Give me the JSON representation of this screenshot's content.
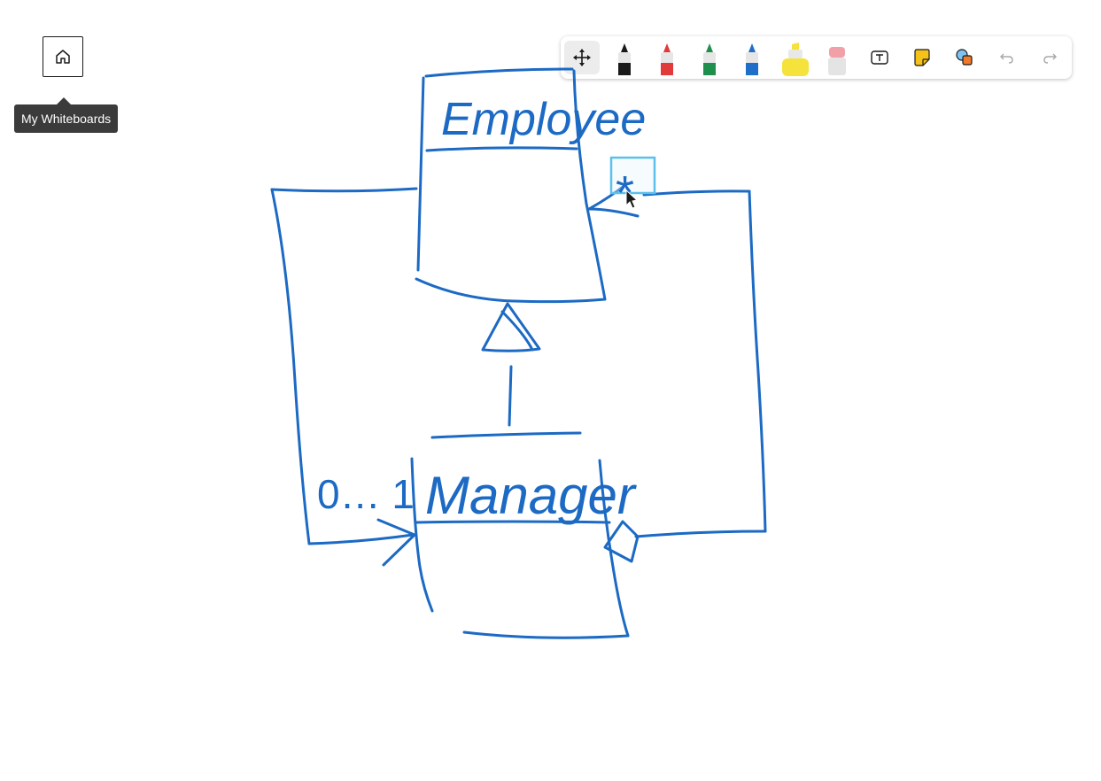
{
  "home": {
    "icon": "home-icon",
    "tooltip": "My Whiteboards"
  },
  "toolbar": {
    "tools": [
      {
        "name": "select",
        "icon": "move-arrows-icon",
        "selected": true
      },
      {
        "name": "black-pen",
        "icon": "pen-icon",
        "color": "#1a1a1a"
      },
      {
        "name": "red-pen",
        "icon": "pen-icon",
        "color": "#e23a3a"
      },
      {
        "name": "green-pen",
        "icon": "pen-icon",
        "color": "#1f8f4e"
      },
      {
        "name": "blue-pen",
        "icon": "pen-icon",
        "color": "#1f6fc9"
      },
      {
        "name": "highlighter",
        "icon": "highlighter-icon",
        "color": "#f5e23a"
      },
      {
        "name": "eraser",
        "icon": "eraser-icon",
        "color": "#f2a0a8"
      },
      {
        "name": "text",
        "icon": "text-box-icon"
      },
      {
        "name": "note",
        "icon": "sticky-note-icon",
        "color": "#f5c219"
      },
      {
        "name": "shapes",
        "icon": "shapes-icon"
      },
      {
        "name": "undo",
        "icon": "undo-icon",
        "disabled": true
      },
      {
        "name": "redo",
        "icon": "redo-icon",
        "disabled": true
      }
    ]
  },
  "diagram": {
    "ink_color": "#1c6ac4",
    "selection_color": "#5bc0ea",
    "classes": [
      {
        "name": "Employee"
      },
      {
        "name": "Manager"
      }
    ],
    "multiplicities": {
      "top": "*",
      "left": "0… 1"
    }
  }
}
